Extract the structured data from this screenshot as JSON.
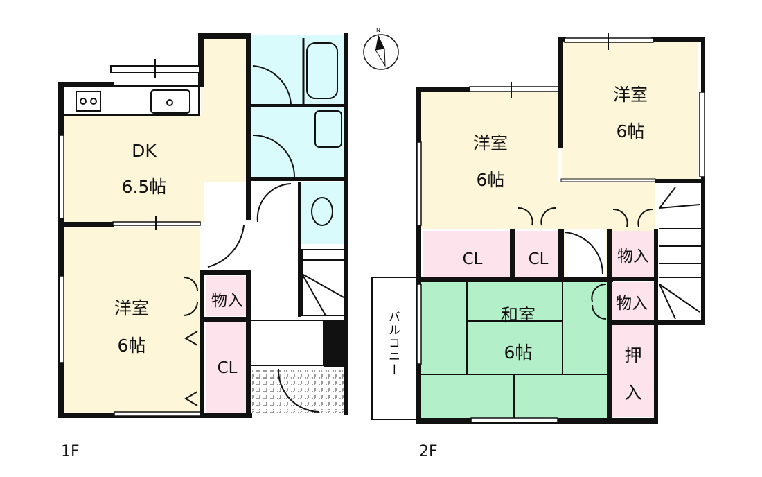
{
  "colors": {
    "western": "#fdf6d9",
    "wet": "#d9fbfb",
    "closet": "#fde4ec",
    "tatami": "#b3f0c9",
    "wall": "#111111"
  },
  "compass": {
    "label": "N"
  },
  "floor1": {
    "label": "1F",
    "rooms": {
      "dk_name": "DK",
      "dk_size": "6.5帖",
      "western_name": "洋室",
      "western_size": "6帖",
      "storage": "物入",
      "closet": "CL"
    }
  },
  "floor2": {
    "label": "2F",
    "rooms": {
      "western_left_name": "洋室",
      "western_left_size": "6帖",
      "western_right_name": "洋室",
      "western_right_size": "6帖",
      "closet_1": "CL",
      "closet_2": "CL",
      "storage_1": "物入",
      "storage_2": "物入",
      "japanese_name": "和室",
      "japanese_size": "6帖",
      "oshiire_1": "押",
      "oshiire_2": "入",
      "balcony": "バルコニー"
    }
  }
}
